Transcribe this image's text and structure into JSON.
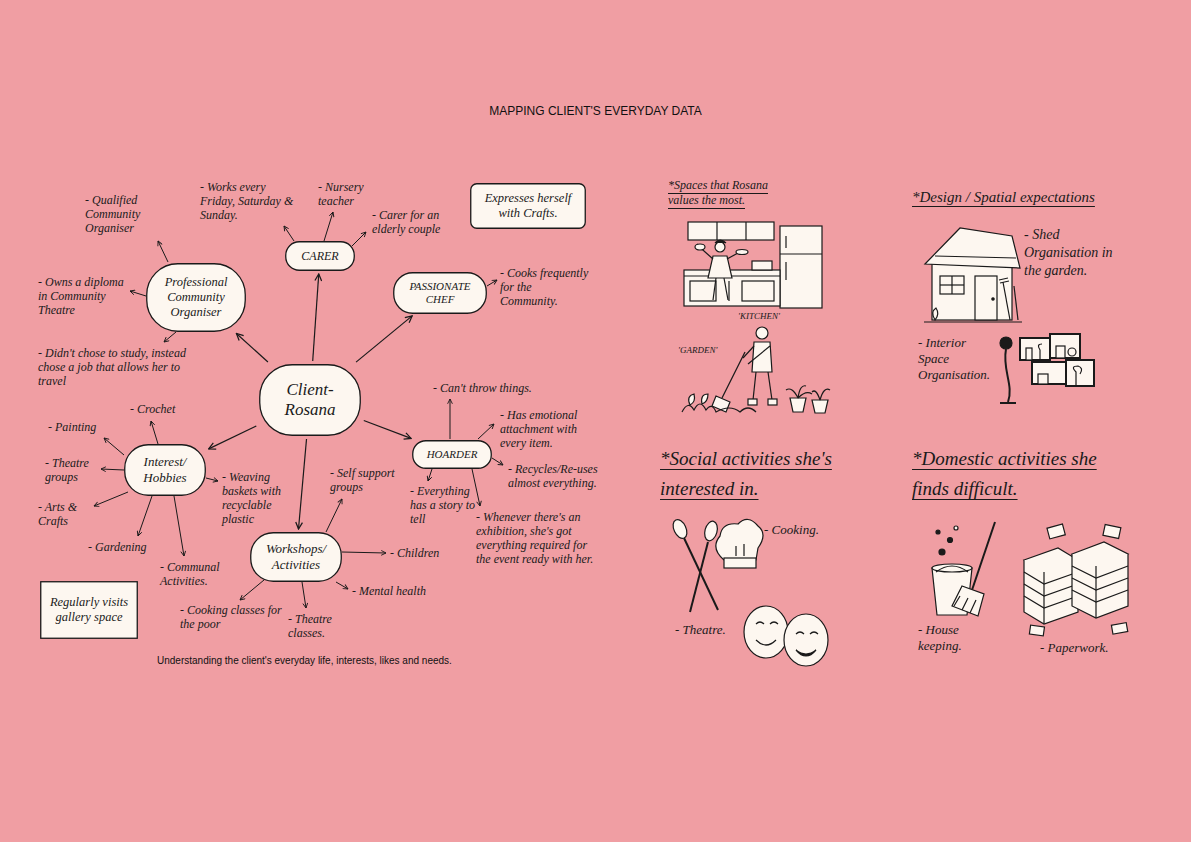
{
  "diagram": {
    "title": "MAPPING CLIENT'S EVERYDAY DATA",
    "caption": "Understanding the client's everyday life, interests, likes and needs.",
    "nodes": [
      {
        "text": [
          "Client- Rosana"
        ]
      },
      {
        "text": [
          "Professional Community Organiser"
        ]
      },
      {
        "text": [
          "CARER"
        ]
      },
      {
        "text": [
          "PASSIONATE CHEF"
        ]
      },
      {
        "text": [
          "Interest/ Hobbies"
        ]
      },
      {
        "text": [
          "Workshops/ Activities"
        ]
      },
      {
        "text": [
          "HOARDER"
        ]
      },
      {
        "text": [
          "Expresses herself with Crafts."
        ]
      },
      {
        "text": [
          "Regularly visits gallery space"
        ]
      }
    ],
    "edges": [
      {
        "from": 0,
        "to": 1,
        "arrow": "to"
      },
      {
        "from": 0,
        "to": 2,
        "arrow": "to"
      },
      {
        "from": 0,
        "to": 3,
        "arrow": "to"
      },
      {
        "from": 0,
        "to": 4,
        "arrow": "to"
      },
      {
        "from": 0,
        "to": 5,
        "arrow": "to"
      },
      {
        "from": 0,
        "to": 6,
        "arrow": "to"
      }
    ],
    "labels": [
      "- Qualified Community Organiser",
      "- Works every Friday, Saturday & Sunday.",
      "- Nursery teacher",
      "- Carer for an elderly couple",
      "- Owns a diploma in Community Theatre",
      "- Cooks frequently for the Community.",
      "- Didn't chose to study, instead chose a job that allows her to travel",
      "- Crochet",
      "- Painting",
      "- Can't throw things.",
      "- Has emotional attachment with every item.",
      "- Theatre groups",
      "- Weaving baskets with recyclable plastic",
      "- Self support groups",
      "- Recycles/Re-uses almost everything.",
      "- Everything has a story to tell",
      "- Arts & Crafts",
      "- Whenever there's an exhibition, she's got everything required for the event ready with her.",
      "- Gardening",
      "- Children",
      "- Communal Activities.",
      "- Mental health",
      "- Cooking classes for the poor",
      "- Theatre classes.",
      "*Spaces that Rosana values the most.",
      "'KITCHEN'",
      "'GARDEN'",
      "*Design / Spatial expectations",
      "- Shed Organisation in the garden.",
      "- Interior Space Organisation.",
      "*Social activities she's interested in.",
      "- Cooking.",
      "- Theatre.",
      "*Domestic activities she finds difficult.",
      "- House keeping.",
      "- Paperwork."
    ]
  }
}
